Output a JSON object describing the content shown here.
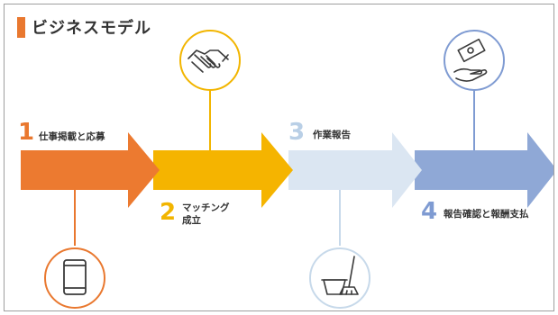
{
  "title": "ビジネスモデル",
  "colors": {
    "accent": "#e9782f",
    "step1": "#ec7a30",
    "step2": "#f5b400",
    "step3": "#dbe6f2",
    "step4": "#8fa8d6"
  },
  "steps": [
    {
      "number": "1",
      "label": "仕事掲載と応募",
      "icon": "smartphone-icon",
      "color": "#e9782f"
    },
    {
      "number": "2",
      "label_line1": "マッチング",
      "label_line2": "成立",
      "icon": "handshake-icon",
      "color": "#f2b500"
    },
    {
      "number": "3",
      "label": "作業報告",
      "icon": "cleaning-bucket-mop-icon",
      "color": "#c7d9ea"
    },
    {
      "number": "4",
      "label": "報告確認と報酬支払",
      "icon": "money-hand-icon",
      "color": "#7f9bd2"
    }
  ]
}
